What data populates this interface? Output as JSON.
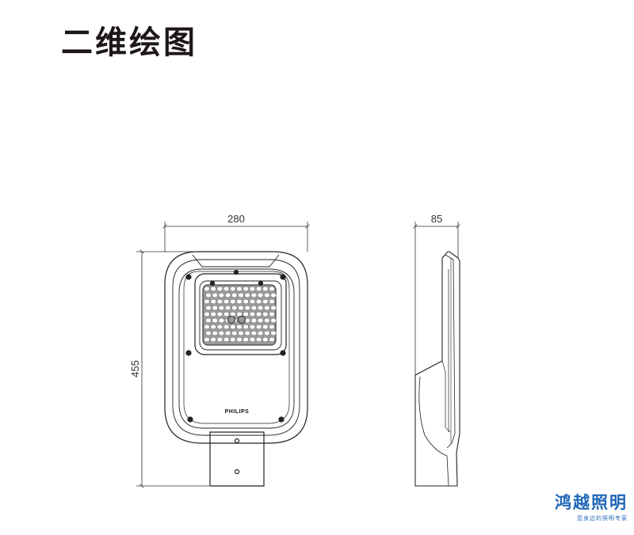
{
  "page": {
    "title": "二维绘图"
  },
  "dimensions": {
    "width": "280",
    "depth": "85",
    "height": "455"
  },
  "product": {
    "logo_text": "PHILIPS"
  },
  "brand": {
    "name": "鸿越照明",
    "tagline": "您身边的照明专家",
    "color": "#1f67b7"
  }
}
